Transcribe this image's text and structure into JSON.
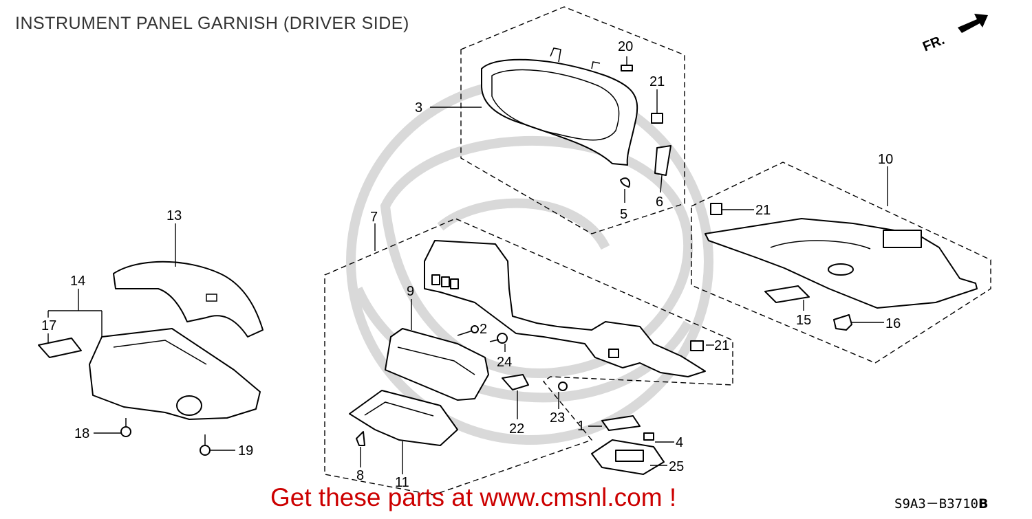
{
  "title": "INSTRUMENT PANEL GARNISH (DRIVER SIDE)",
  "direction_marker": "FR.",
  "footer_link": "Get these parts at www.cmsnl.com !",
  "diagram_code": "S9A3－B3710",
  "diagram_code_suffix": "B",
  "callouts": {
    "c1": "1",
    "c2": "2",
    "c3": "3",
    "c4": "4",
    "c5": "5",
    "c6": "6",
    "c7": "7",
    "c8": "8",
    "c9": "9",
    "c10": "10",
    "c11": "11",
    "c13": "13",
    "c14": "14",
    "c15": "15",
    "c16": "16",
    "c17": "17",
    "c18": "18",
    "c19": "19",
    "c20": "20",
    "c21a": "21",
    "c21b": "21",
    "c21c": "21",
    "c22": "22",
    "c23": "23",
    "c24": "24",
    "c25": "25"
  },
  "colors": {
    "link": "#cc0000",
    "line": "#000000",
    "watermark": "#d9d9d9"
  }
}
